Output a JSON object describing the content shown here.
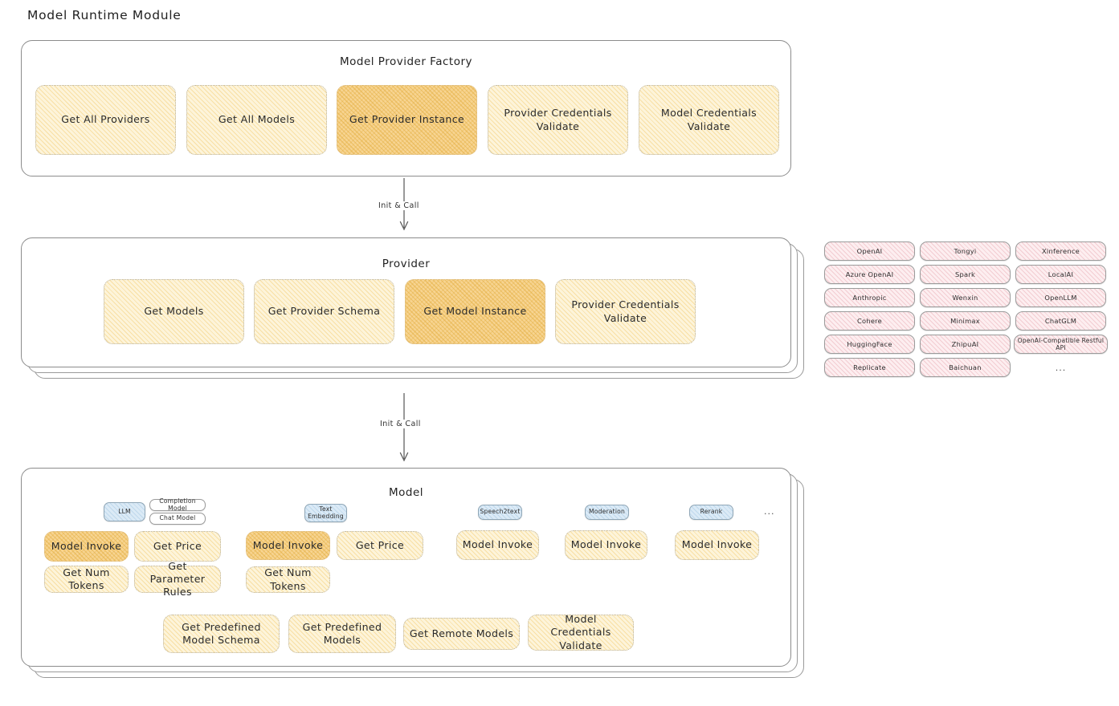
{
  "page": {
    "title": "Model Runtime Module"
  },
  "colors": {
    "node_fill": "#fdf4da",
    "node_highlight_fill": "#f7d491",
    "chip_fill": "#fdeef0",
    "tag_blue_fill": "#dbeaf6",
    "panel_border": "#8c8c8c",
    "text": "#2b2b2b"
  },
  "factory": {
    "title": "Model Provider Factory",
    "nodes": [
      {
        "label": "Get All Providers",
        "highlighted": false
      },
      {
        "label": "Get All Models",
        "highlighted": false
      },
      {
        "label": "Get Provider Instance",
        "highlighted": true
      },
      {
        "label": "Provider Credentials Validate",
        "highlighted": false
      },
      {
        "label": "Model Credentials Validate",
        "highlighted": false
      }
    ]
  },
  "arrow1": {
    "label": "Init & Call"
  },
  "provider": {
    "title": "Provider",
    "nodes": [
      {
        "label": "Get Models",
        "highlighted": false
      },
      {
        "label": "Get Provider Schema",
        "highlighted": false
      },
      {
        "label": "Get Model Instance",
        "highlighted": true
      },
      {
        "label": "Provider Credentials Validate",
        "highlighted": false
      }
    ]
  },
  "arrow2": {
    "label": "Init & Call"
  },
  "provider_list": {
    "columns": [
      {
        "items": [
          "OpenAI",
          "Azure OpenAI",
          "Anthropic",
          "Cohere",
          "HuggingFace",
          "Replicate"
        ],
        "ellipsis": false
      },
      {
        "items": [
          "Tongyi",
          "Spark",
          "Wenxin",
          "Minimax",
          "ZhipuAI",
          "Baichuan"
        ],
        "ellipsis": false
      },
      {
        "items": [
          "Xinference",
          "LocalAI",
          "OpenLLM",
          "ChatGLM",
          "OpenAI-Compatible Restful API"
        ],
        "ellipsis": true
      }
    ],
    "ellipsis_label": "..."
  },
  "model": {
    "title": "Model",
    "ellipsis_label": "...",
    "types": [
      {
        "name": "LLM",
        "style": "blue",
        "subtags": [
          "Completion Model",
          "Chat Model"
        ],
        "nodes": [
          {
            "label": "Model Invoke",
            "highlighted": true
          },
          {
            "label": "Get Price",
            "highlighted": false
          },
          {
            "label": "Get Num Tokens",
            "highlighted": false
          },
          {
            "label": "Get Parameter Rules",
            "highlighted": false
          }
        ]
      },
      {
        "name": "Text Embedding",
        "style": "blue",
        "subtags": [],
        "nodes": [
          {
            "label": "Model Invoke",
            "highlighted": true
          },
          {
            "label": "Get Price",
            "highlighted": false
          },
          {
            "label": "Get Num Tokens",
            "highlighted": false
          }
        ]
      },
      {
        "name": "Speech2text",
        "style": "blue",
        "subtags": [],
        "nodes": [
          {
            "label": "Model Invoke",
            "highlighted": false
          }
        ]
      },
      {
        "name": "Moderation",
        "style": "blue",
        "subtags": [],
        "nodes": [
          {
            "label": "Model Invoke",
            "highlighted": false
          }
        ]
      },
      {
        "name": "Rerank",
        "style": "blue",
        "subtags": [],
        "nodes": [
          {
            "label": "Model Invoke",
            "highlighted": false
          }
        ]
      }
    ],
    "common_nodes": [
      {
        "label": "Get Predefined Model Schema"
      },
      {
        "label": "Get Predefined Models"
      },
      {
        "label": "Get Remote Models"
      },
      {
        "label": "Model Credentials Validate"
      }
    ]
  }
}
